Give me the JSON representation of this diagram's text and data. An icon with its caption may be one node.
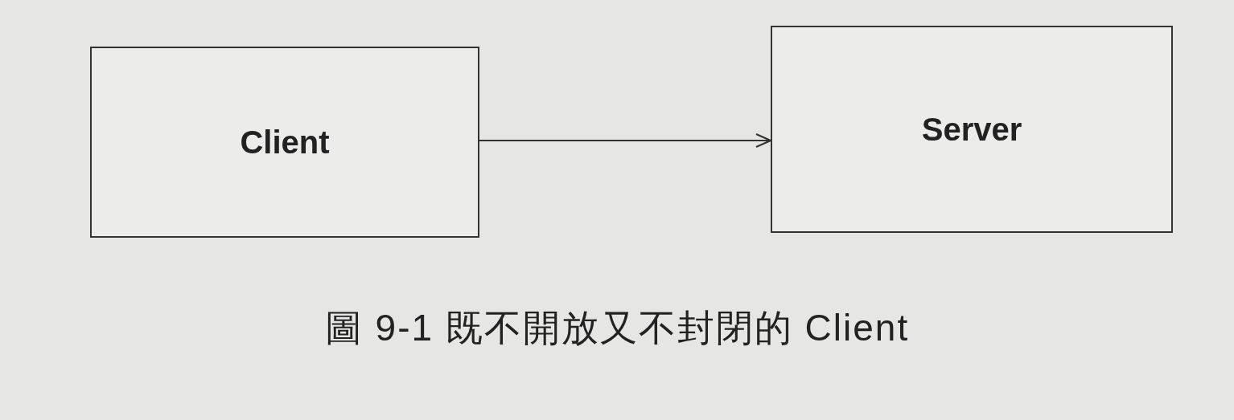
{
  "diagram": {
    "caption": "圖 9-1 既不開放又不封閉的 Client",
    "nodes": [
      {
        "text": [
          "Client"
        ]
      },
      {
        "text": [
          "Server"
        ]
      }
    ],
    "edges": [
      {
        "from": 0,
        "to": 1,
        "arrow": "to"
      }
    ]
  }
}
